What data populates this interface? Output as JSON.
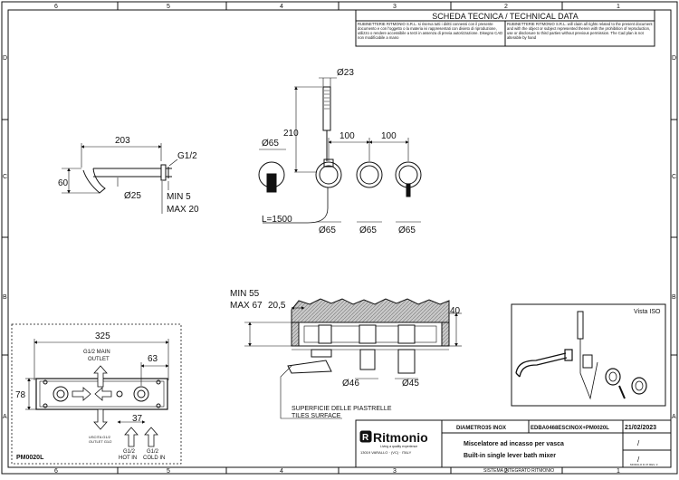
{
  "grid": {
    "columns": [
      "6",
      "5",
      "4",
      "3",
      "2",
      "1"
    ],
    "rows": [
      "D",
      "C",
      "B",
      "A"
    ]
  },
  "header": {
    "title": "SCHEDA TECNICA / TECHNICAL DATA",
    "notice_it": "RUBINETTERIE RITMONIO S.R.L. si riserva tutti i diritti connessi con il presente documento e con l'oggetto o la materia ivi rappresentati con divieto di riproduzione, utilizzo o rendere accessibile a terzi in assenza di previa autorizzazione. Disegno CAD non modificabile a mano",
    "notice_en": "RUBINETTERIE RITMONIO S.R.L. will claim all rights related to the present document and with the object or subject represented therein with the prohibition of reproduction, use or disclosure to third parties without previous permission. The Cad plan is not alterable by hand"
  },
  "spout_view": {
    "length": "203",
    "height": "60",
    "diameter": "Ø25",
    "thread": "G1/2",
    "min": "MIN 5",
    "max": "MAX 20"
  },
  "front_view": {
    "shower_diameter": "Ø23",
    "shower_height": "210",
    "spout_diameter": "Ø65",
    "spacing_1": "100",
    "spacing_2": "100",
    "hose": "L=1500",
    "knob_d1": "Ø65",
    "knob_d2": "Ø65",
    "knob_d3": "Ø65"
  },
  "box_view": {
    "width": "325",
    "height": "78",
    "main_outlet_line1": "G1/2  MAIN",
    "main_outlet_line2": "OUTLET",
    "right_offset": "63",
    "outlet_line1": "USCITA G1/2",
    "outlet_line2": "OUTLET G1/2",
    "spacing": "37",
    "hot_thread": "G1/2",
    "hot_label": "HOT IN",
    "cold_thread": "G1/2",
    "cold_label": "COLD IN",
    "code": "PM0020L"
  },
  "section_view": {
    "min": "MIN 55",
    "max": "MAX 67",
    "offset": "20,5",
    "depth": "40",
    "d1": "Ø46",
    "d2": "Ø45",
    "surface_it": "SUPERFICIE DELLE PIASTRELLE",
    "surface_en": "TILES SURFACE"
  },
  "iso_view": {
    "label": "Vista ISO"
  },
  "title_block": {
    "brand": "Ritmonio",
    "tagline": "Living a quality experience",
    "address": "13019 VARALLO · (VC) · ITALY",
    "series": "DIAMETRO35  INOX",
    "code": "EDBA0468ESCINOX+PM0020L",
    "date": "21/02/2023",
    "description_it": "Miscelatore ad incasso per vasca",
    "description_en": "Built-in single lever bath mixer",
    "system": "SISTEMA INTEGRATO RITMONIO",
    "model_ref": "MODULO D.37 REV. 3"
  }
}
